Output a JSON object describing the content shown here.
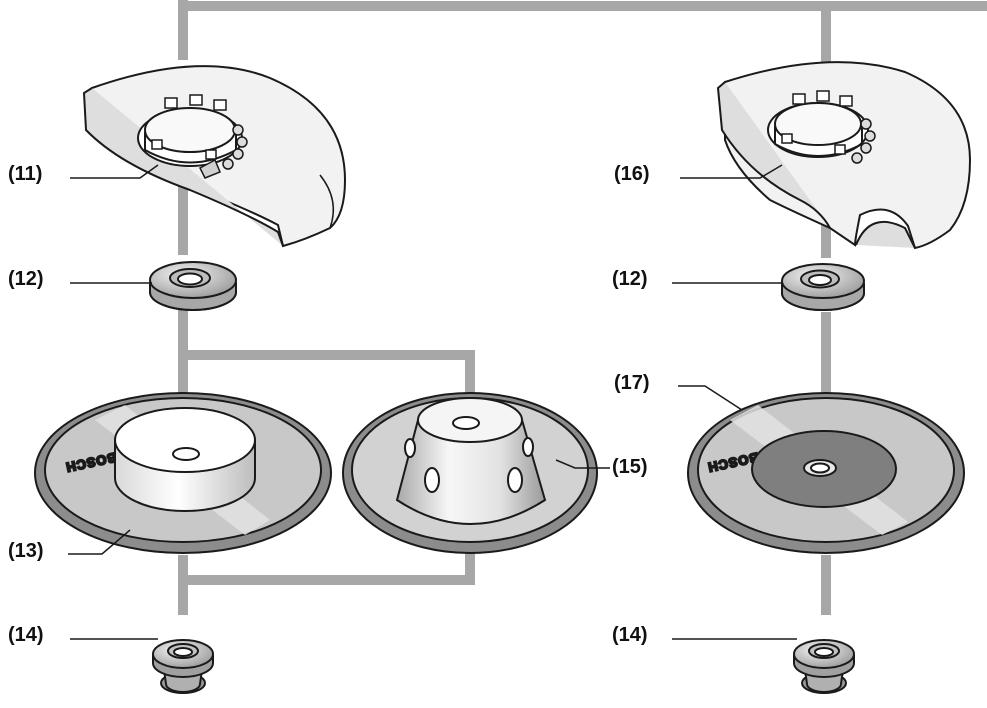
{
  "callouts": {
    "c11": "(11)",
    "c12_left": "(12)",
    "c13": "(13)",
    "c14_left": "(14)",
    "c15": "(15)",
    "c16": "(16)",
    "c12_right": "(12)",
    "c17": "(17)",
    "c14_right": "(14)"
  },
  "brand_text": "BOSCH",
  "colors": {
    "connector": "#a7a7a7",
    "outline": "#1a1a1a",
    "disc_face": "#c8c8c8",
    "disc_rim": "#8c8c8c",
    "guard_fill": "#f2f2f2",
    "center_dark": "#7f7f7f"
  }
}
